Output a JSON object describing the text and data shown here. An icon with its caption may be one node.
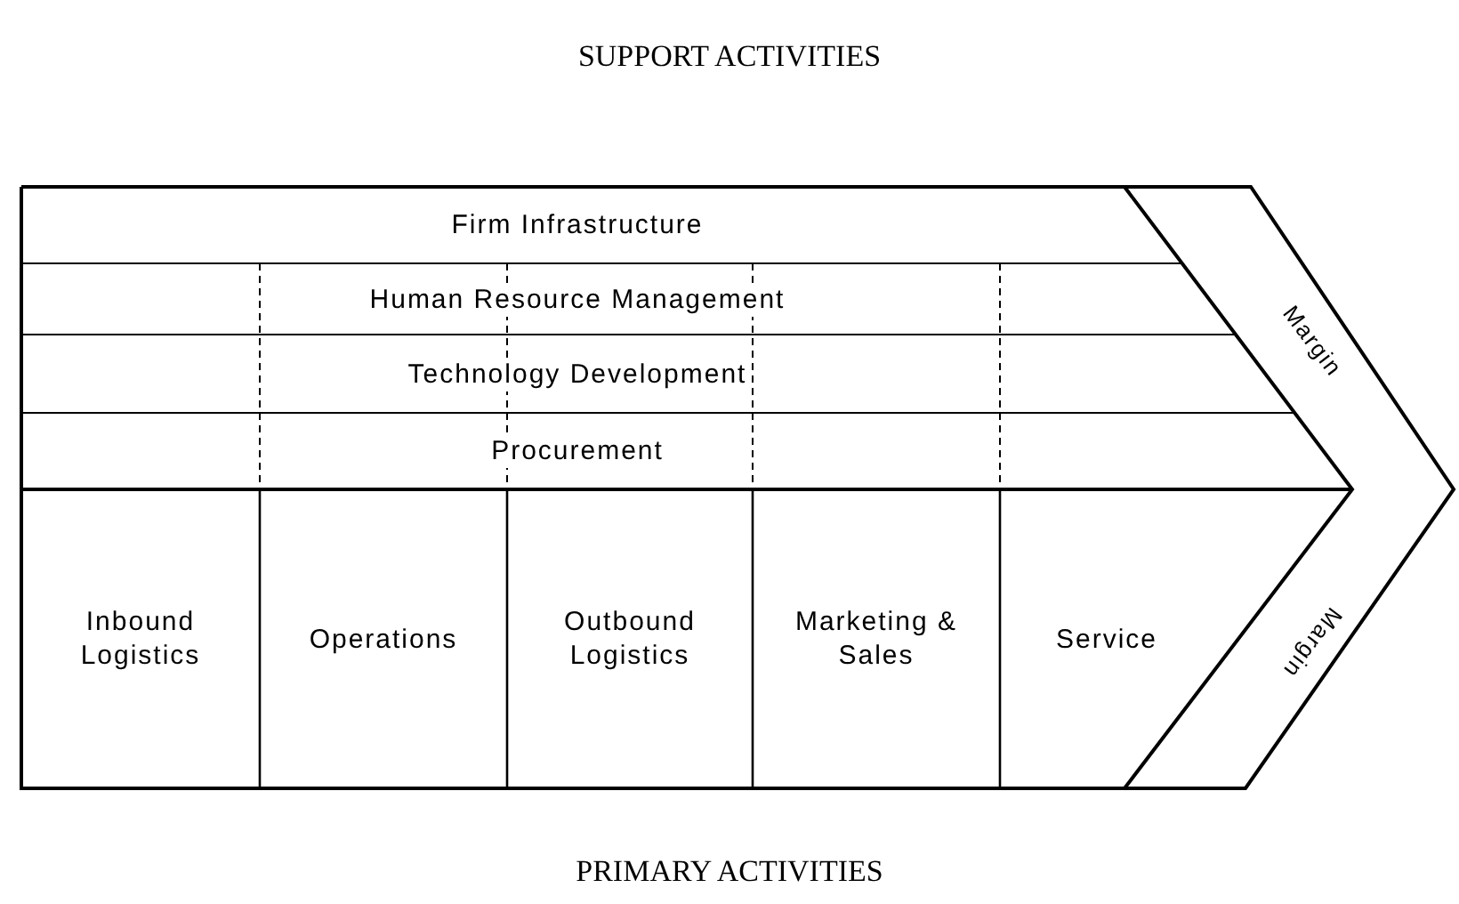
{
  "diagram": {
    "nodes": [
      {
        "text": [
          "Firm Infrastructure"
        ]
      },
      {
        "text": [
          "Human Resource Management"
        ]
      },
      {
        "text": [
          "Technology Development"
        ]
      },
      {
        "text": [
          "Procurement"
        ]
      },
      {
        "text": [
          "Inbound Logistics"
        ]
      },
      {
        "text": [
          "Operations"
        ]
      },
      {
        "text": [
          "Outbound Logistics"
        ]
      },
      {
        "text": [
          "Marketing & Sales"
        ]
      },
      {
        "text": [
          "Service"
        ]
      },
      {
        "text": [
          "Margin",
          "Margin"
        ]
      }
    ],
    "labels": [
      "SUPPORT ACTIVITIES",
      "PRIMARY ACTIVITIES"
    ]
  }
}
